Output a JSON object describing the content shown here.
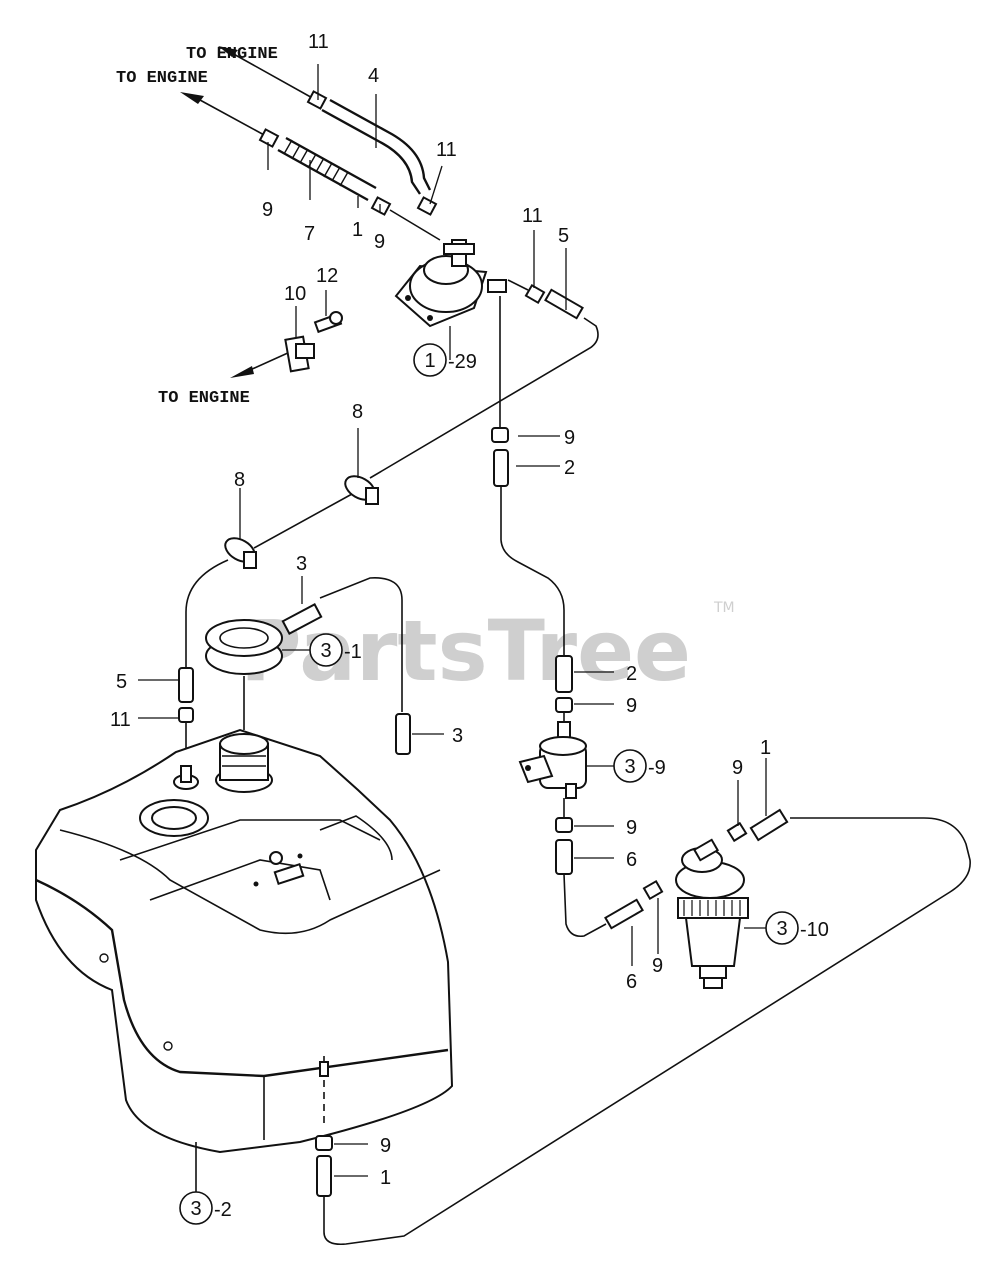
{
  "watermark": {
    "brand": "PartsTree",
    "tm": "TM"
  },
  "directions": {
    "to_engine_upper": "TO ENGINE",
    "to_engine_top": "TO ENGINE",
    "to_engine_left": "TO ENGINE"
  },
  "callouts": {
    "fuel_pump": {
      "ref": "1",
      "index": "-29"
    },
    "filler_neck": {
      "ref": "3",
      "index": "-1"
    },
    "pump_filter": {
      "ref": "3",
      "index": "-9"
    },
    "fuel_strainer": {
      "ref": "3",
      "index": "-10"
    },
    "fuel_tank": {
      "ref": "3",
      "index": "-2"
    }
  },
  "labels": {
    "top_11_a": "11",
    "top_4": "4",
    "top_11_b": "11",
    "top_9_a": "9",
    "top_7": "7",
    "top_1": "1",
    "top_9_b": "9",
    "top_11_c": "11",
    "top_5": "5",
    "bracket_10": "10",
    "bolt_12": "12",
    "clamp_8_a": "8",
    "clamp_8_b": "8",
    "mid_9_a": "9",
    "mid_2_a": "2",
    "neck_3_a": "3",
    "left_5": "5",
    "left_11": "11",
    "neck_3_b": "3",
    "right_2_b": "2",
    "right_9_b": "9",
    "right_9_c": "9",
    "right_6_a": "6",
    "strainer_9_d": "9",
    "strainer_1": "1",
    "bottom_6_b": "6",
    "bottom_9_e": "9",
    "tank_9_f": "9",
    "tank_1": "1"
  }
}
